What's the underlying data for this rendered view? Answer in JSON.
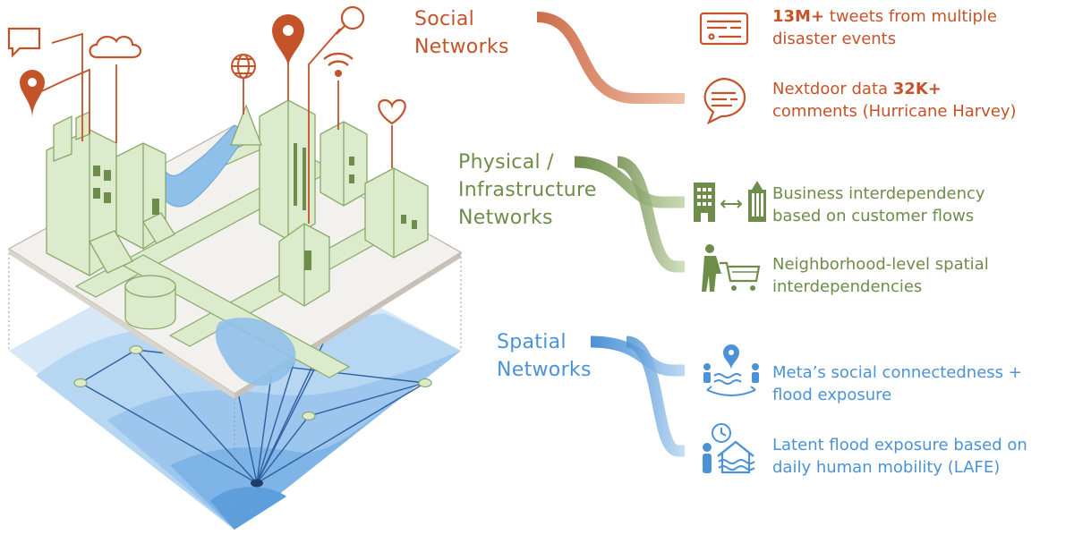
{
  "colors": {
    "social": "#c5532a",
    "physical": "#6e8c4a",
    "spatial": "#4b92d6",
    "building_fill": "#dcebcb",
    "building_stroke": "#8aa86a",
    "ground": "#f3f1ed",
    "water": "#8fc0ea"
  },
  "groups": [
    {
      "heading_lines": [
        "Social",
        "Networks"
      ],
      "items": [
        {
          "icon": "newspaper-icon",
          "line1": {
            "bold": "13M+",
            "text": " tweets from multiple"
          },
          "line2": {
            "text": "disaster events"
          }
        },
        {
          "icon": "chat-bubble-icon",
          "line1": {
            "text": "Nextdoor data ",
            "bold": "32K+"
          },
          "line2": {
            "text": "comments (Hurricane Harvey)"
          }
        }
      ]
    },
    {
      "heading_lines": [
        "Physical /",
        "Infrastructure",
        "Networks"
      ],
      "items": [
        {
          "icon": "office-buildings-icon",
          "line1": {
            "text": "Business interdependency"
          },
          "line2": {
            "text": "based on customer flows"
          }
        },
        {
          "icon": "shopper-cart-icon",
          "line1": {
            "text": "Neighborhood-level spatial"
          },
          "line2": {
            "text": "interdependencies"
          }
        }
      ]
    },
    {
      "heading_lines": [
        "Spatial",
        "Networks"
      ],
      "items": [
        {
          "icon": "people-flood-pin-icon",
          "line1": {
            "text": "Meta’s social connectedness +"
          },
          "line2": {
            "text": "flood exposure"
          }
        },
        {
          "icon": "flooded-house-clock-icon",
          "line1": {
            "text": "Latent flood exposure based on"
          },
          "line2": {
            "text": "daily human mobility (LAFE)"
          }
        }
      ]
    }
  ],
  "city_icons": [
    "speech-bubble-icon",
    "location-pin-icon",
    "cloud-icon",
    "globe-icon",
    "map-pin-icon",
    "search-icon",
    "wifi-icon",
    "heart-icon"
  ]
}
